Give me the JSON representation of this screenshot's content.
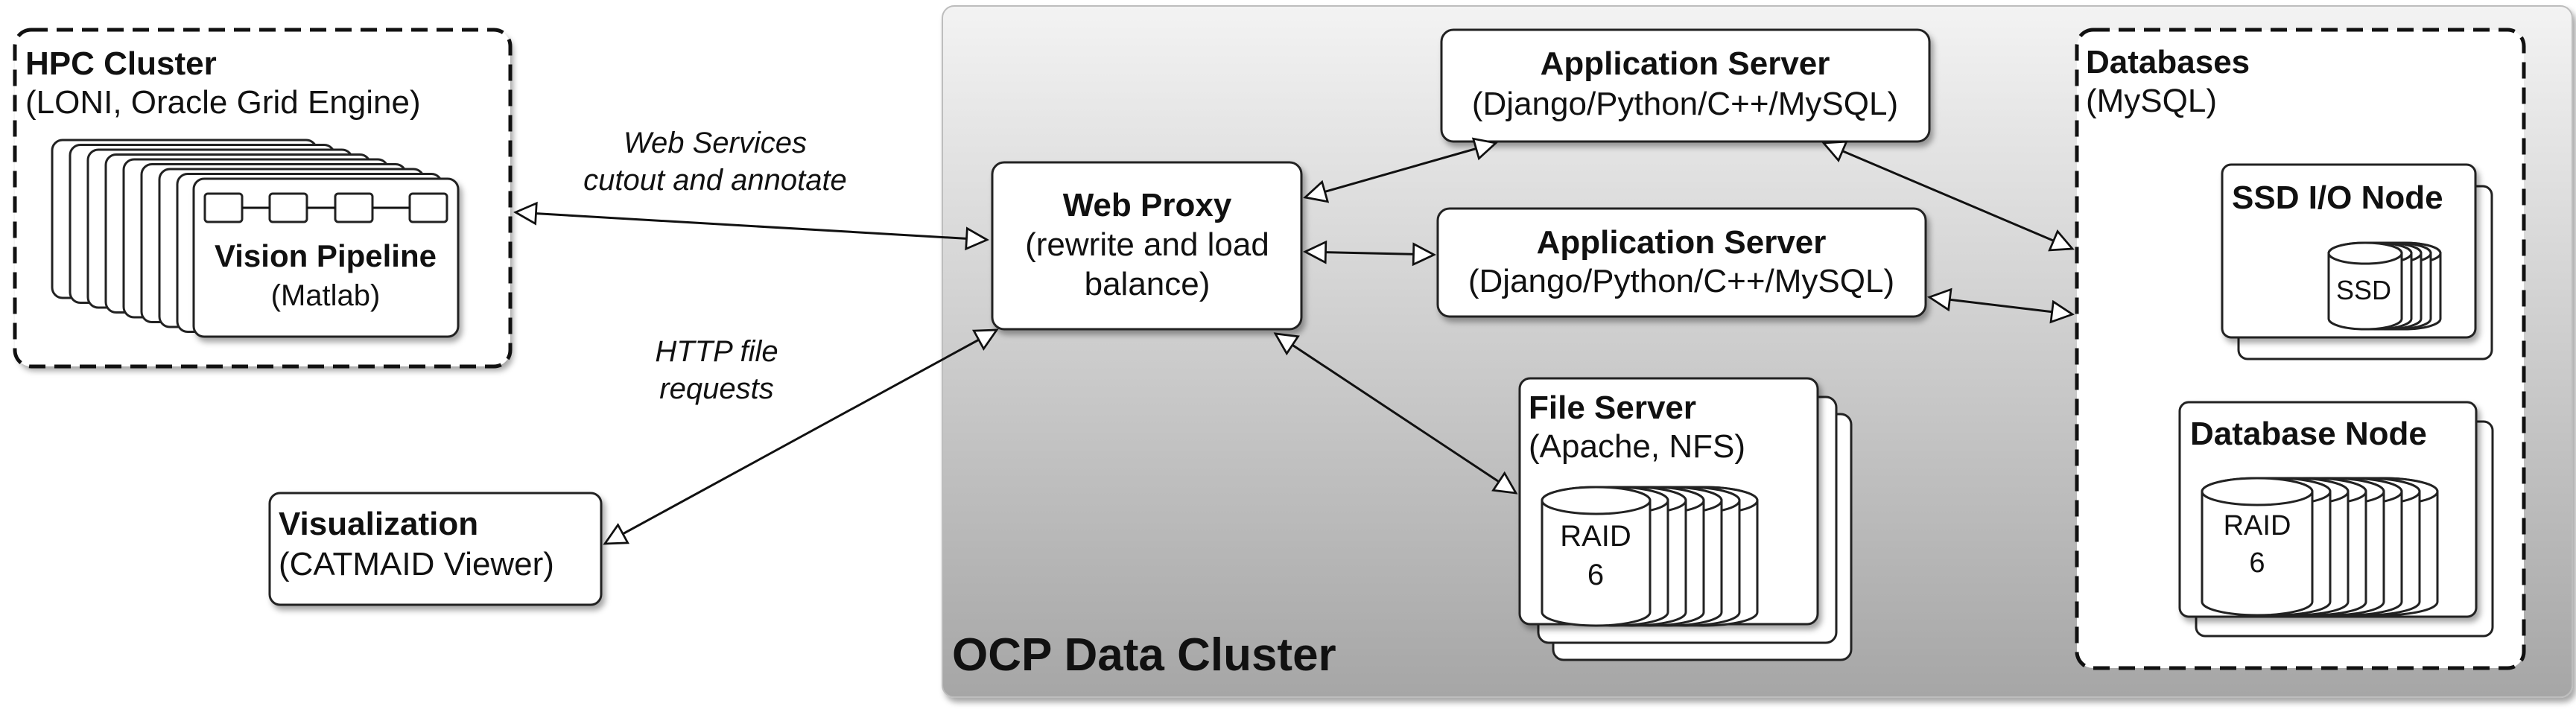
{
  "hpc": {
    "title": "HPC Cluster",
    "subtitle": "(LONI, Oracle Grid Engine)",
    "pipeline_title": "Vision Pipeline",
    "pipeline_subtitle": "(Matlab)"
  },
  "labels": {
    "web_services_1": "Web Services",
    "web_services_2": "cutout and annotate",
    "http_1": "HTTP file",
    "http_2": "requests"
  },
  "visualization": {
    "title": "Visualization",
    "subtitle": "(CATMAID Viewer)"
  },
  "ocp": {
    "title": "OCP Data Cluster"
  },
  "web_proxy": {
    "title": "Web Proxy",
    "line1": "(rewrite and load",
    "line2": "balance)"
  },
  "app_server_1": {
    "title": "Application Server",
    "subtitle": "(Django/Python/C++/MySQL)"
  },
  "app_server_2": {
    "title": "Application Server",
    "subtitle": "(Django/Python/C++/MySQL)"
  },
  "file_server": {
    "title": "File Server",
    "subtitle": "(Apache, NFS)",
    "disk_line1": "RAID",
    "disk_line2": "6"
  },
  "databases": {
    "title": "Databases",
    "subtitle": "(MySQL)",
    "ssd_node_title": "SSD I/O Node",
    "ssd_label": "SSD",
    "db_node_title": "Database Node",
    "disk_line1": "RAID",
    "disk_line2": "6"
  },
  "colors": {
    "panel_top": "#f2f2f2",
    "panel_bottom": "#a8a8a8",
    "stroke": "#222222"
  }
}
